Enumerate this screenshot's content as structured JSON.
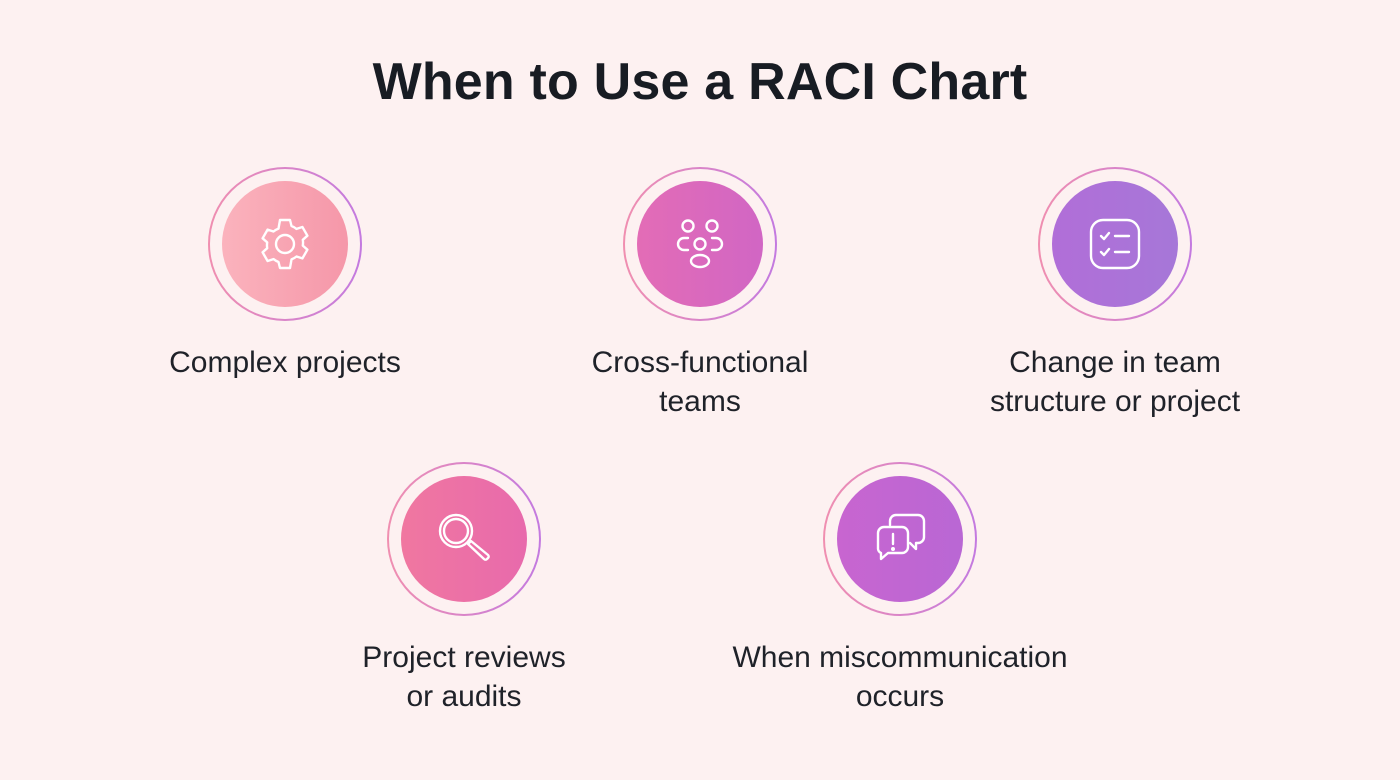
{
  "title": "When to Use a RACI Chart",
  "colors": {
    "background": "#fdf1f1",
    "ring_start": "#f08fb0",
    "ring_end": "#c37ae0",
    "text": "#1f2229"
  },
  "items": [
    {
      "label": "Complex projects",
      "icon": "gear-icon",
      "fill_start": "#fbb3bd",
      "fill_end": "#f597a9"
    },
    {
      "label": "Cross-functional\nteams",
      "icon": "team-icon",
      "fill_start": "#e36cb6",
      "fill_end": "#d166c4"
    },
    {
      "label": "Change in team\nstructure or project",
      "icon": "checklist-icon",
      "fill_start": "#b16ed8",
      "fill_end": "#a677d8"
    },
    {
      "label": "Project reviews\nor audits",
      "icon": "magnifier-icon",
      "fill_start": "#f077a0",
      "fill_end": "#e86aac"
    },
    {
      "label": "When miscommunication\noccurs",
      "icon": "chat-alert-icon",
      "fill_start": "#c865d0",
      "fill_end": "#b967d4"
    }
  ]
}
